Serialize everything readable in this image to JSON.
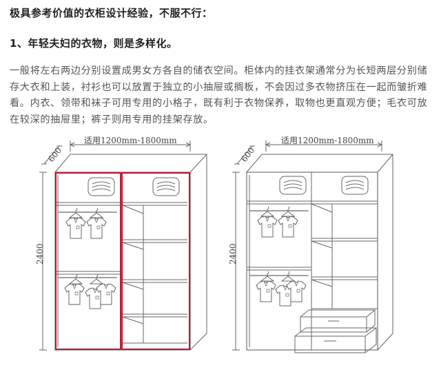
{
  "article": {
    "title": "极具参考价值的衣柜设计经验，不服不行：",
    "subtitle": "1、年轻夫妇的衣物，则是多样化。",
    "paragraph": "一般将左右两边分别设置成男女方各自的储衣空间。柜体内的挂衣架通常分为长短两层分别储存大衣和上装，衬衫也可以放置于独立的小抽屉或搁板，不会因过多衣物挤压在一起而皱折难看。内衣、领带和袜子可用专用的小格子，既有利于衣物保养，取物也更直观方便；毛衣可放在较深的抽屉里；裤子则用专用的挂架存放。"
  },
  "diagrams": [
    {
      "depth_label": "600",
      "width_label": "适用1200mm-1800mm",
      "height_label": "2400",
      "highlight_color": "#c8102e"
    },
    {
      "depth_label": "600",
      "width_label": "适用1200mm-1800mm",
      "height_label": "2400",
      "highlight_color": ""
    }
  ],
  "colors": {
    "line": "#666666",
    "text": "#555555",
    "heading": "#222222"
  }
}
